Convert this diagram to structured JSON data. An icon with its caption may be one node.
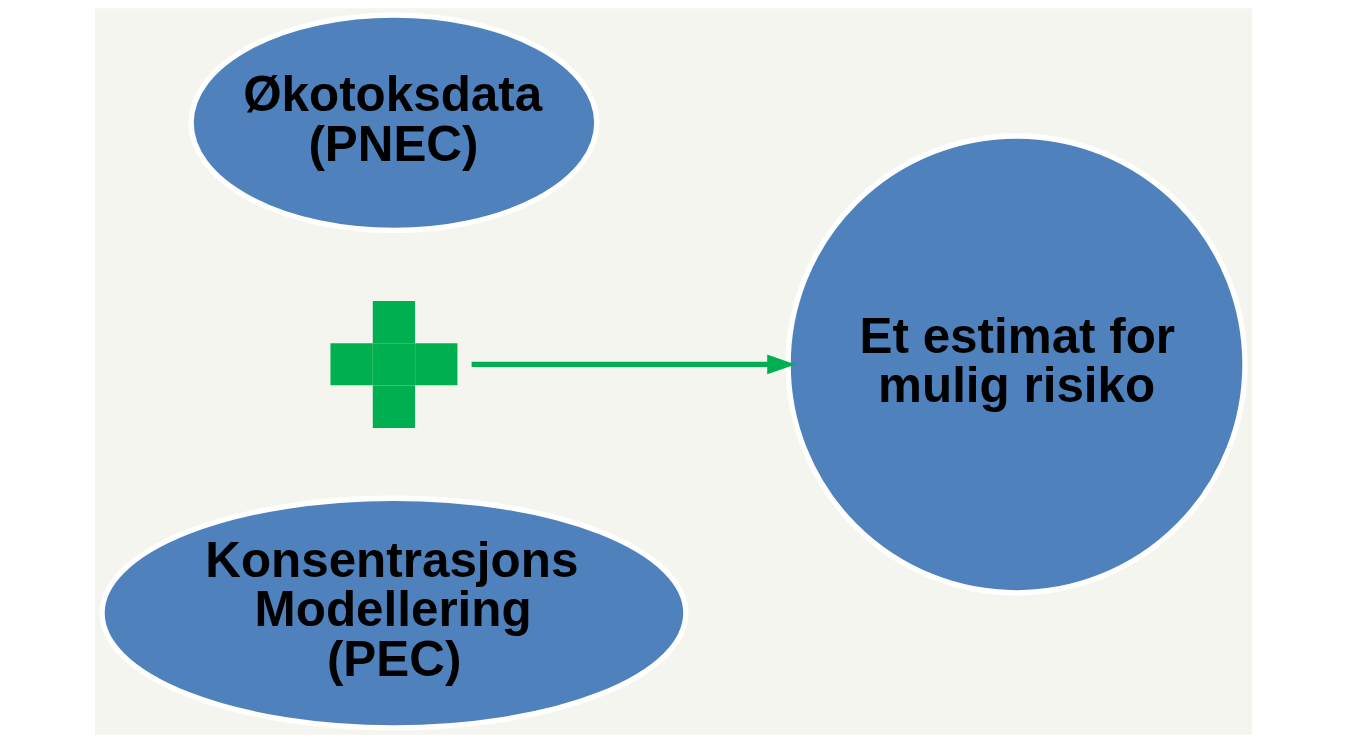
{
  "diagram": {
    "nodes": [
      {
        "text": [
          "Økotoksdata (PNEC)"
        ]
      },
      {
        "text": [],
        "shape": "plus"
      },
      {
        "text": [
          "Konsentrasjons Modellering (PEC)"
        ]
      },
      {
        "text": [
          "Et estimat for mulig risiko"
        ]
      }
    ],
    "edges": [
      {
        "from": 1,
        "to": 3,
        "arrow": "to",
        "color": "#00b050"
      }
    ]
  }
}
